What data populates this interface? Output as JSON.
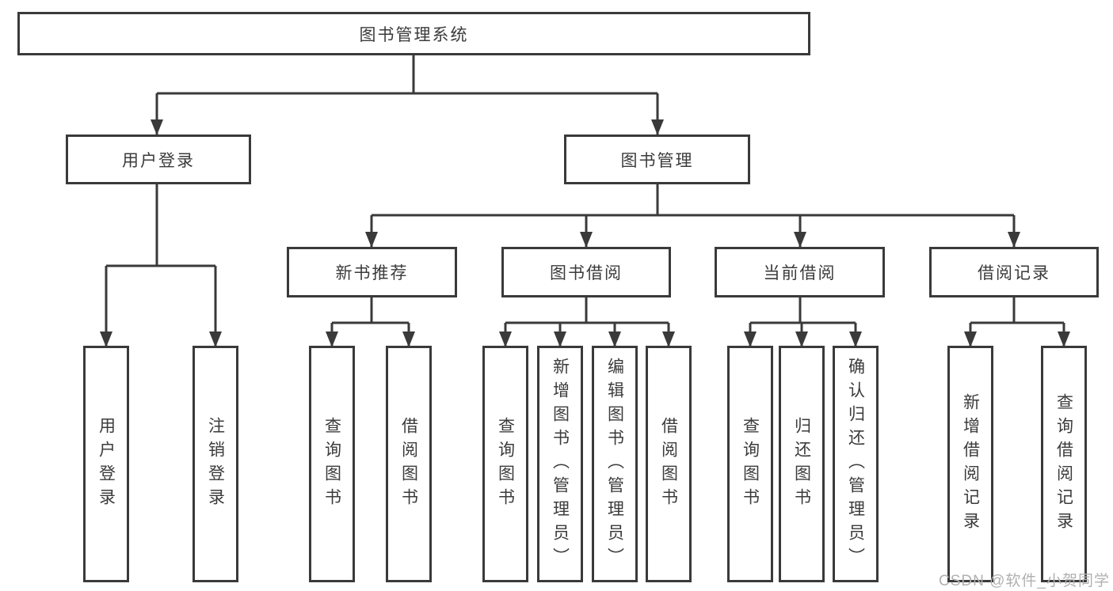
{
  "tree": {
    "root_label": "图书管理系统",
    "branches": [
      {
        "label": "用户登录",
        "leaves": [
          "用户登录",
          "注销登录"
        ]
      },
      {
        "label": "图书管理",
        "groups": [
          {
            "label": "新书推荐",
            "leaves": [
              "查询图书",
              "借阅图书"
            ]
          },
          {
            "label": "图书借阅",
            "leaves": [
              "查询图书",
              "新增图书（管理员）",
              "编辑图书（管理员）",
              "借阅图书"
            ]
          },
          {
            "label": "当前借阅",
            "leaves": [
              "查询图书",
              "归还图书",
              "确认归还（管理员）"
            ]
          },
          {
            "label": "借阅记录",
            "leaves": [
              "新增借阅记录",
              "查询借阅记录"
            ]
          }
        ]
      }
    ]
  },
  "watermark": {
    "text": "CSDN @软件_小贺同学"
  },
  "colors": {
    "line": "#3a3a3a",
    "text": "#3b3b3b",
    "watermark": "#b0b0b0",
    "background": "#ffffff"
  }
}
